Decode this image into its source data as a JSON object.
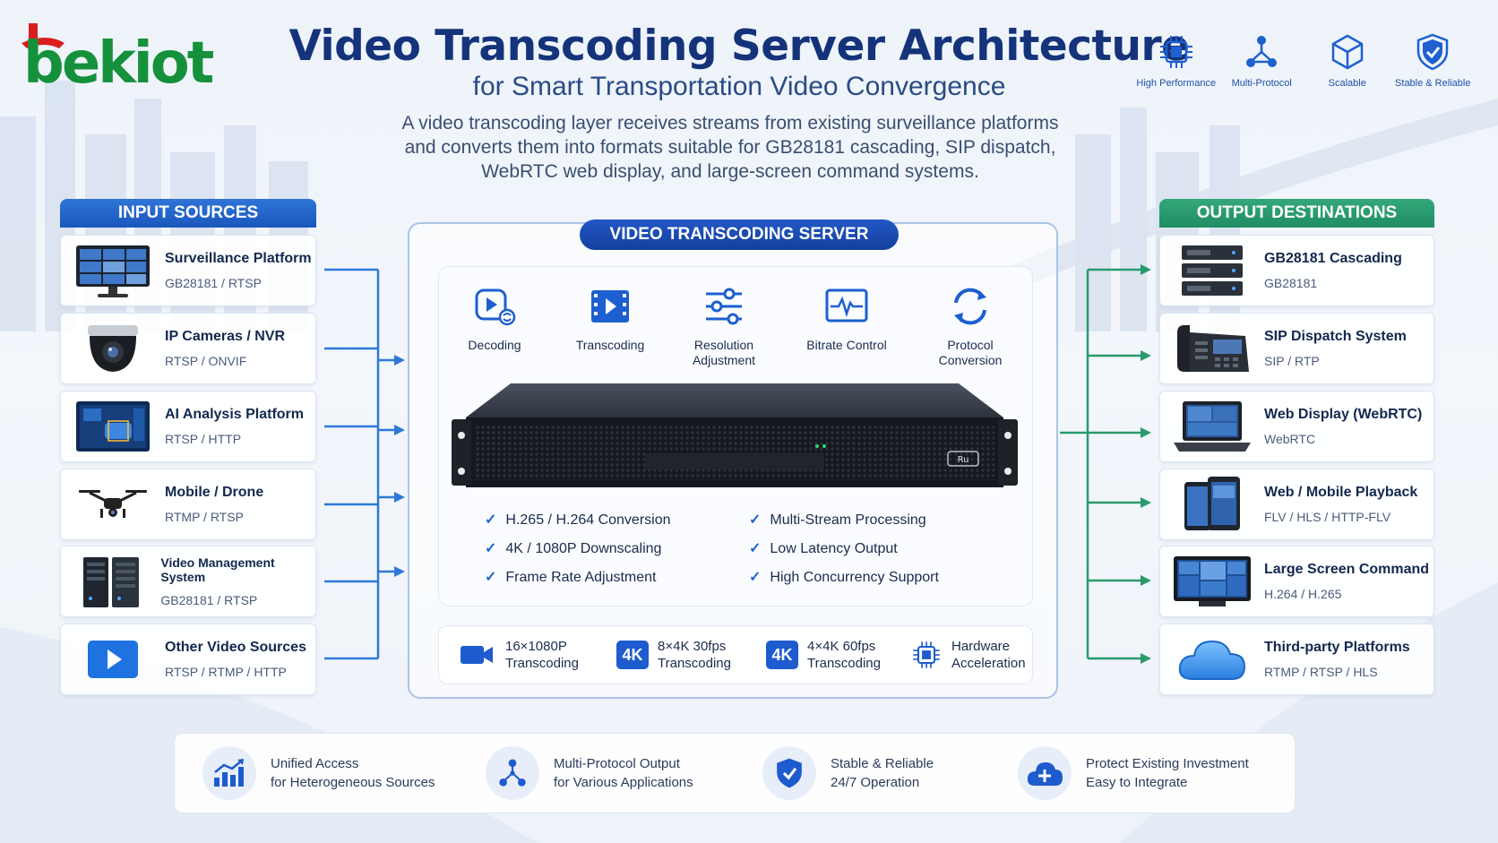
{
  "brand": {
    "logo_text": "bekiot"
  },
  "header": {
    "title": "Video Transcoding Server Architecture",
    "subtitle": "for Smart Transportation Video Convergence",
    "description": [
      "A video transcoding layer receives streams from existing surveillance platforms",
      "and converts them into formats suitable for GB28181 cascading, SIP dispatch,",
      "WebRTC web display, and large-screen command systems."
    ]
  },
  "features": [
    {
      "label": "High Performance",
      "icon": "chip-icon"
    },
    {
      "label": "Multi-Protocol",
      "icon": "network-icon"
    },
    {
      "label": "Scalable",
      "icon": "cube-icon"
    },
    {
      "label": "Stable & Reliable",
      "icon": "shield-check-icon"
    }
  ],
  "input": {
    "heading": "INPUT SOURCES",
    "items": [
      {
        "name": "Surveillance Platform",
        "protocol": "GB28181 / RTSP",
        "icon": "monitor-wall-icon"
      },
      {
        "name": "IP Cameras / NVR",
        "protocol": "RTSP / ONVIF",
        "icon": "dome-camera-icon"
      },
      {
        "name": "AI Analysis Platform",
        "protocol": "RTSP / HTTP",
        "icon": "ai-screen-icon"
      },
      {
        "name": "Mobile / Drone",
        "protocol": "RTMP / RTSP",
        "icon": "drone-icon"
      },
      {
        "name": "Video Management System",
        "protocol": "GB28181 / RTSP",
        "icon": "server-rack-icon"
      },
      {
        "name": "Other Video Sources",
        "protocol": "RTSP / RTMP / HTTP",
        "icon": "play-icon"
      }
    ]
  },
  "server": {
    "heading": "VIDEO TRANSCODING SERVER",
    "functions": [
      {
        "label": "Decoding",
        "icon": "decode-icon"
      },
      {
        "label": "Transcoding",
        "icon": "film-icon"
      },
      {
        "label": "Resolution Adjustment",
        "icon": "sliders-icon"
      },
      {
        "label": "Bitrate Control",
        "icon": "waveform-icon"
      },
      {
        "label": "Protocol Conversion",
        "icon": "sync-icon"
      }
    ],
    "device_badge": "Ru",
    "checks_left": [
      "H.265 / H.264 Conversion",
      "4K / 1080P Downscaling",
      "Frame Rate Adjustment"
    ],
    "checks_right": [
      "Multi-Stream Processing",
      "Low Latency Output",
      "High Concurrency Support"
    ],
    "stats": [
      {
        "badge": "",
        "line1": "16×1080P",
        "line2": "Transcoding",
        "icon": "video-camera-icon"
      },
      {
        "badge": "4K",
        "line1": "8×4K 30fps",
        "line2": "Transcoding",
        "icon": "4k-badge-icon"
      },
      {
        "badge": "4K",
        "line1": "4×4K 60fps",
        "line2": "Transcoding",
        "icon": "4k-badge-icon"
      },
      {
        "badge": "",
        "line1": "Hardware",
        "line2": "Acceleration",
        "icon": "chip-icon"
      }
    ]
  },
  "output": {
    "heading": "OUTPUT DESTINATIONS",
    "items": [
      {
        "name": "GB28181 Cascading",
        "protocol": "GB28181",
        "icon": "server-stack-icon"
      },
      {
        "name": "SIP Dispatch System",
        "protocol": "SIP / RTP",
        "icon": "ip-phone-icon"
      },
      {
        "name": "Web Display (WebRTC)",
        "protocol": "WebRTC",
        "icon": "laptop-icon"
      },
      {
        "name": "Web / Mobile Playback",
        "protocol": "FLV / HLS / HTTP-FLV",
        "icon": "mobile-devices-icon"
      },
      {
        "name": "Large Screen Command",
        "protocol": "H.264 / H.265",
        "icon": "large-screen-icon"
      },
      {
        "name": "Third-party Platforms",
        "protocol": "RTMP / RTSP / HLS",
        "icon": "cloud-icon"
      }
    ]
  },
  "benefits": [
    {
      "line1": "Unified Access",
      "line2": "for Heterogeneous Sources",
      "icon": "growth-chart-icon"
    },
    {
      "line1": "Multi-Protocol Output",
      "line2": "for Various Applications",
      "icon": "network-icon"
    },
    {
      "line1": "Stable & Reliable",
      "line2": "24/7 Operation",
      "icon": "shield-check-icon"
    },
    {
      "line1": "Protect Existing Investment",
      "line2": "Easy to Integrate",
      "icon": "cloud-plus-icon"
    }
  ],
  "colors": {
    "primary": "#1a57bd",
    "title": "#14337a",
    "output_green": "#2a9a6c",
    "connector_blue": "#2d79d8"
  }
}
